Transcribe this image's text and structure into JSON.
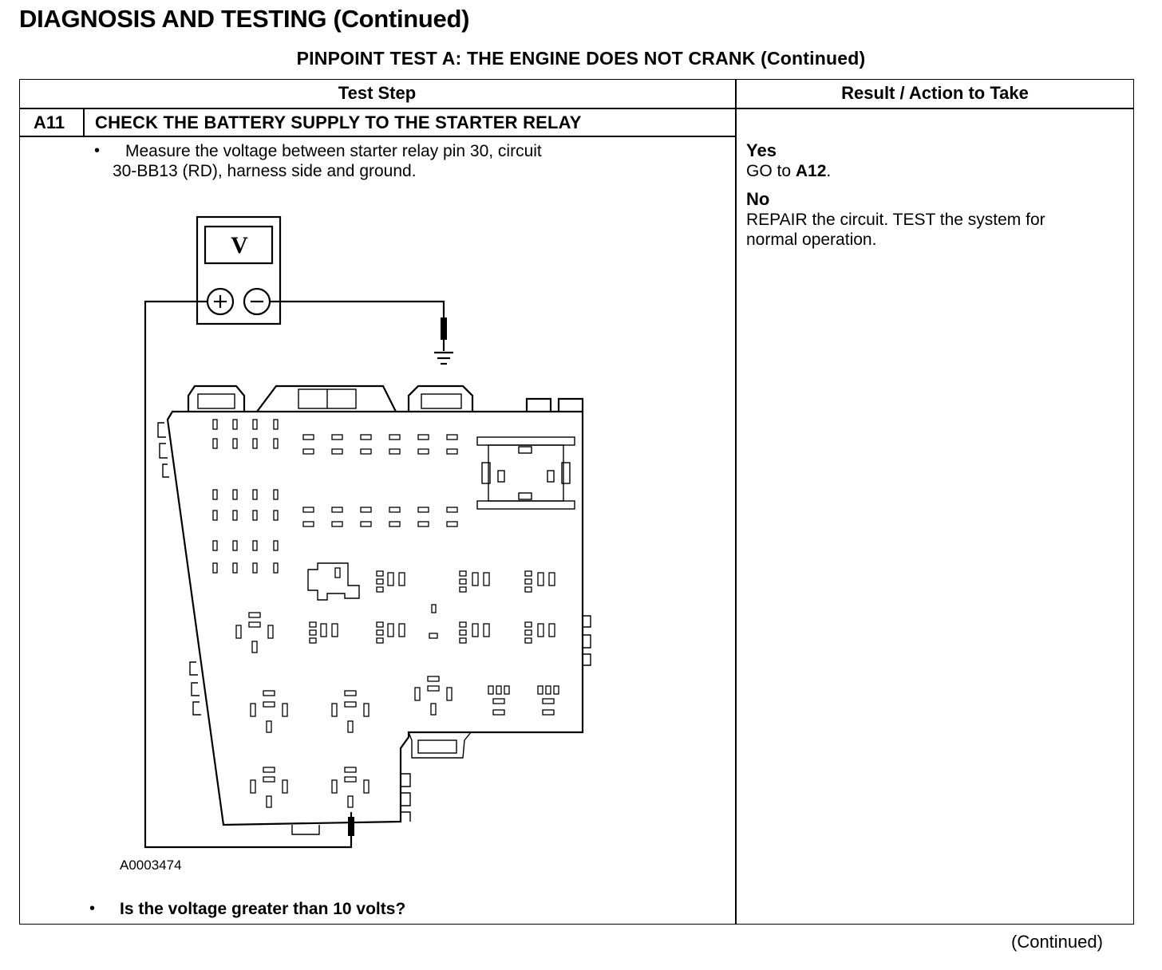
{
  "page_title": "DIAGNOSIS AND TESTING (Continued)",
  "section_title": "PINPOINT TEST  A: THE ENGINE DOES NOT CRANK (Continued)",
  "table": {
    "col_test_step": "Test Step",
    "col_result": "Result / Action to Take"
  },
  "step": {
    "id": "A11",
    "title": "CHECK THE BATTERY SUPPLY TO THE STARTER RELAY",
    "bullet_char": "•",
    "instruction_line1": "Measure the voltage between starter relay pin 30, circuit",
    "instruction_line2": "30-BB13 (RD), harness side and ground.",
    "figure_id": "A0003474",
    "meter_symbol": "V",
    "question": "Is the voltage greater than 10 volts?"
  },
  "result": {
    "yes_label": "Yes",
    "yes_prefix": "GO to ",
    "yes_target": "A12",
    "yes_suffix": ".",
    "no_label": "No",
    "no_line1": "REPAIR the circuit. TEST the system for",
    "no_line2": "normal operation."
  },
  "footer": "(Continued)"
}
